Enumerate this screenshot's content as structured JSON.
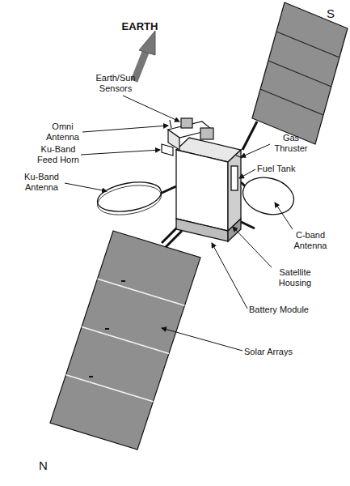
{
  "diagram": {
    "labels": [
      "EARTH",
      "S",
      "Earth/Sun Sensors",
      "Omni Antenna",
      "Ku-Band Feed Horn",
      "Gas Thruster",
      "Fuel Tank",
      "Ku-Band Antenna",
      "C-band Antenna",
      "Satellite Housing",
      "Battery Module",
      "Solar Arrays",
      "N"
    ]
  }
}
